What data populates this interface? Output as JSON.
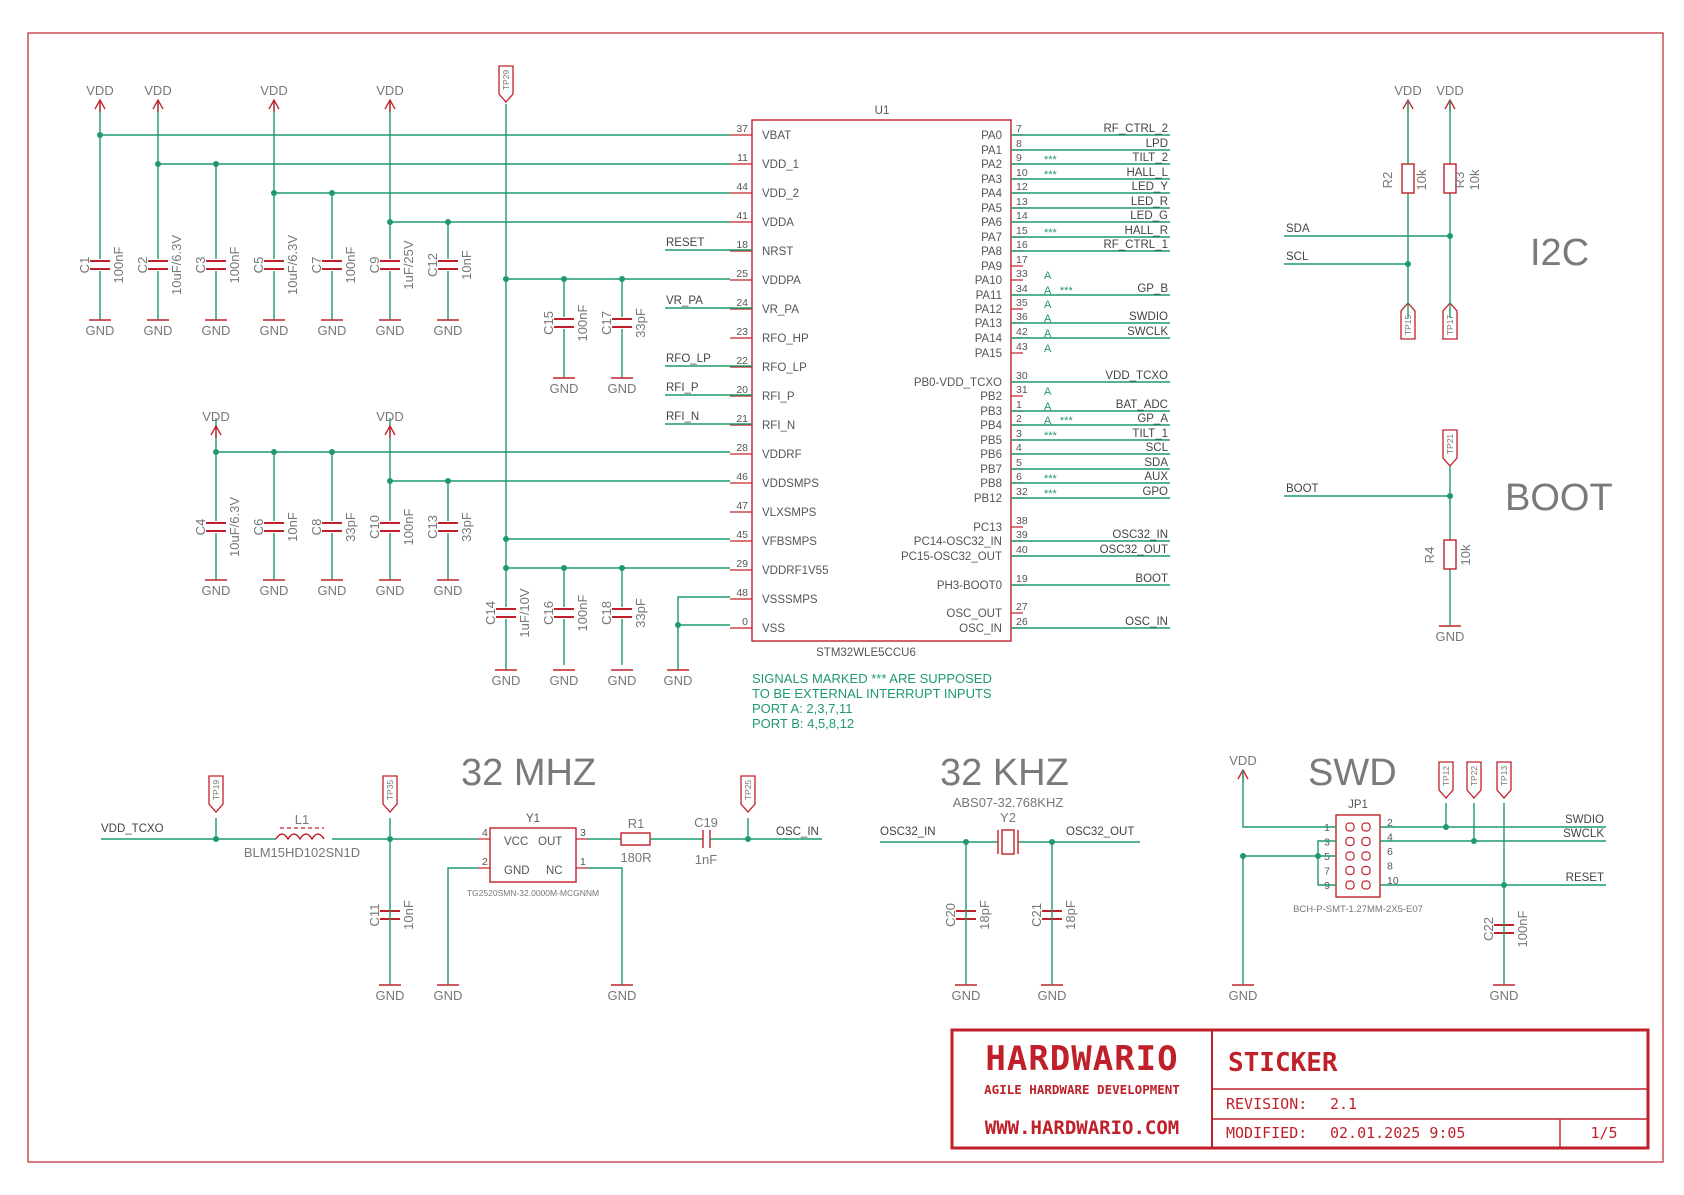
{
  "supply": "VDD",
  "ground": "GND",
  "u1": {
    "ref": "U1",
    "part": "STM32WLE5CCU6",
    "left_pins": [
      {
        "num": "37",
        "name": "VBAT"
      },
      {
        "num": "11",
        "name": "VDD_1"
      },
      {
        "num": "44",
        "name": "VDD_2"
      },
      {
        "num": "41",
        "name": "VDDA"
      },
      {
        "num": "18",
        "name": "NRST"
      },
      {
        "num": "25",
        "name": "VDDPA"
      },
      {
        "num": "24",
        "name": "VR_PA"
      },
      {
        "num": "23",
        "name": "RFO_HP"
      },
      {
        "num": "22",
        "name": "RFO_LP"
      },
      {
        "num": "20",
        "name": "RFI_P"
      },
      {
        "num": "21",
        "name": "RFI_N"
      },
      {
        "num": "28",
        "name": "VDDRF"
      },
      {
        "num": "46",
        "name": "VDDSMPS"
      },
      {
        "num": "47",
        "name": "VLXSMPS"
      },
      {
        "num": "45",
        "name": "VFBSMPS"
      },
      {
        "num": "29",
        "name": "VDDRF1V55"
      },
      {
        "num": "48",
        "name": "VSSSMPS"
      },
      {
        "num": "0",
        "name": "VSS"
      }
    ],
    "right_pins": [
      {
        "name": "PA0",
        "num": "7",
        "mark": "",
        "net": "RF_CTRL_2"
      },
      {
        "name": "PA1",
        "num": "8",
        "mark": "",
        "net": "LPD"
      },
      {
        "name": "PA2",
        "num": "9",
        "mark": "***",
        "net": "TILT_2"
      },
      {
        "name": "PA3",
        "num": "10",
        "mark": "***",
        "net": "HALL_L"
      },
      {
        "name": "PA4",
        "num": "12",
        "mark": "",
        "net": "LED_Y"
      },
      {
        "name": "PA5",
        "num": "13",
        "mark": "",
        "net": "LED_R"
      },
      {
        "name": "PA6",
        "num": "14",
        "mark": "",
        "net": "LED_G"
      },
      {
        "name": "PA7",
        "num": "15",
        "mark": "***",
        "net": "HALL_R"
      },
      {
        "name": "PA8",
        "num": "16",
        "mark": "",
        "net": "RF_CTRL_1"
      },
      {
        "name": "PA9",
        "num": "17",
        "mark": "",
        "net": ""
      },
      {
        "name": "PA10",
        "num": "33",
        "mark": "A",
        "net": ""
      },
      {
        "name": "PA11",
        "num": "34",
        "mark": "A   ***",
        "net": "GP_B"
      },
      {
        "name": "PA12",
        "num": "35",
        "mark": "A",
        "net": ""
      },
      {
        "name": "PA13",
        "num": "36",
        "mark": "A",
        "net": "SWDIO"
      },
      {
        "name": "PA14",
        "num": "42",
        "mark": "A",
        "net": "SWCLK"
      },
      {
        "name": "PA15",
        "num": "43",
        "mark": "A",
        "net": ""
      },
      {
        "name": "PB0-VDD_TCXO",
        "num": "30",
        "mark": "",
        "net": "VDD_TCXO"
      },
      {
        "name": "PB2",
        "num": "31",
        "mark": "A",
        "net": ""
      },
      {
        "name": "PB3",
        "num": "1",
        "mark": "A",
        "net": "BAT_ADC"
      },
      {
        "name": "PB4",
        "num": "2",
        "mark": "A   ***",
        "net": "GP_A"
      },
      {
        "name": "PB5",
        "num": "3",
        "mark": "***",
        "net": "TILT_1"
      },
      {
        "name": "PB6",
        "num": "4",
        "mark": "",
        "net": "SCL"
      },
      {
        "name": "PB7",
        "num": "5",
        "mark": "",
        "net": "SDA"
      },
      {
        "name": "PB8",
        "num": "6",
        "mark": "***",
        "net": "AUX"
      },
      {
        "name": "PB12",
        "num": "32",
        "mark": "***",
        "net": "GPO"
      },
      {
        "name": "PC13",
        "num": "38",
        "mark": "",
        "net": ""
      },
      {
        "name": "PC14-OSC32_IN",
        "num": "39",
        "mark": "",
        "net": "OSC32_IN"
      },
      {
        "name": "PC15-OSC32_OUT",
        "num": "40",
        "mark": "",
        "net": "OSC32_OUT"
      },
      {
        "name": "PH3-BOOT0",
        "num": "19",
        "mark": "",
        "net": "BOOT"
      },
      {
        "name": "OSC_OUT",
        "num": "27",
        "mark": "",
        "net": ""
      },
      {
        "name": "OSC_IN",
        "num": "26",
        "mark": "",
        "net": "OSC_IN"
      }
    ],
    "left_nets": {
      "nrst": "RESET",
      "vr_pa": "VR_PA",
      "rfo_lp": "RFO_LP",
      "rfi_p": "RFI_P",
      "rfi_n": "RFI_N"
    }
  },
  "caps_top": [
    {
      "ref": "C1",
      "val": "100nF"
    },
    {
      "ref": "C2",
      "val": "10uF/6.3V"
    },
    {
      "ref": "C3",
      "val": "100nF"
    },
    {
      "ref": "C5",
      "val": "10uF/6.3V"
    },
    {
      "ref": "C7",
      "val": "100nF"
    },
    {
      "ref": "C9",
      "val": "1uF/25V"
    },
    {
      "ref": "C12",
      "val": "10nF"
    },
    {
      "ref": "C15",
      "val": "100nF"
    },
    {
      "ref": "C17",
      "val": "33pF"
    }
  ],
  "caps_mid": [
    {
      "ref": "C4",
      "val": "10uF/6.3V"
    },
    {
      "ref": "C6",
      "val": "10nF"
    },
    {
      "ref": "C8",
      "val": "33pF"
    },
    {
      "ref": "C10",
      "val": "100nF"
    },
    {
      "ref": "C13",
      "val": "33pF"
    }
  ],
  "caps_bot": [
    {
      "ref": "C14",
      "val": "1uF/10V"
    },
    {
      "ref": "C16",
      "val": "100nF"
    },
    {
      "ref": "C18",
      "val": "33pF"
    }
  ],
  "note": [
    "SIGNALS MARKED *** ARE SUPPOSED",
    "TO BE EXTERNAL INTERRUPT INPUTS",
    "PORT A: 2,3,7,11",
    "PORT B: 4,5,8,12"
  ],
  "testpoints": {
    "tp29": "TP29",
    "tp15": "TP15",
    "tp17": "TP17",
    "tp21": "TP21",
    "tp19": "TP19",
    "tp35": "TP35",
    "tp25": "TP25",
    "tp12": "TP12",
    "tp22": "TP22",
    "tp13": "TP13"
  },
  "i2c": {
    "title": "I2C",
    "r2": {
      "ref": "R2",
      "val": "10k"
    },
    "r3": {
      "ref": "R3",
      "val": "10k"
    },
    "sda": "SDA",
    "scl": "SCL"
  },
  "boot": {
    "title": "BOOT",
    "net": "BOOT",
    "r4": {
      "ref": "R4",
      "val": "10k"
    }
  },
  "tcxo": {
    "title": "32 MHZ",
    "net_in": "VDD_TCXO",
    "l1_ref": "L1",
    "l1_val": "BLM15HD102SN1D",
    "y1_ref": "Y1",
    "y1_part": "TG2520SMN-32.0000M-MCGNNM",
    "y1_pins": {
      "vcc": "VCC",
      "out": "OUT",
      "gnd": "GND",
      "nc": "NC",
      "p1": "1",
      "p2": "2",
      "p3": "3",
      "p4": "4"
    },
    "r1": {
      "ref": "R1",
      "val": "180R"
    },
    "c19": {
      "ref": "C19",
      "val": "1nF"
    },
    "c11": {
      "ref": "C11",
      "val": "10nF"
    },
    "net_out": "OSC_IN"
  },
  "xtal32k": {
    "title": "32 KHZ",
    "part": "ABS07-32.768KHZ",
    "ref": "Y2",
    "net_in": "OSC32_IN",
    "net_out": "OSC32_OUT",
    "c20": {
      "ref": "C20",
      "val": "18pF"
    },
    "c21": {
      "ref": "C21",
      "val": "18pF"
    }
  },
  "swd": {
    "title": "SWD",
    "ref": "JP1",
    "part": "BCH-P-SMT-1.27MM-2X5-E07",
    "pins_left": [
      "1",
      "3",
      "5",
      "7",
      "9"
    ],
    "pins_right": [
      "2",
      "4",
      "6",
      "8",
      "10"
    ],
    "swdio": "SWDIO",
    "swclk": "SWCLK",
    "reset": "RESET",
    "c22": {
      "ref": "C22",
      "val": "100nF"
    }
  },
  "titleblock": {
    "brand": "HARDWARIO",
    "tagline": "AGILE HARDWARE DEVELOPMENT",
    "url": "WWW.HARDWARIO.COM",
    "project": "STICKER",
    "revision_label": "REVISION:",
    "revision": "2.1",
    "modified_label": "MODIFIED:",
    "modified": "02.01.2025 9:05",
    "sheet": "1/5"
  },
  "colors": {
    "wire": "#1f9a6a",
    "part": "#c0202a",
    "text": "#555555"
  }
}
